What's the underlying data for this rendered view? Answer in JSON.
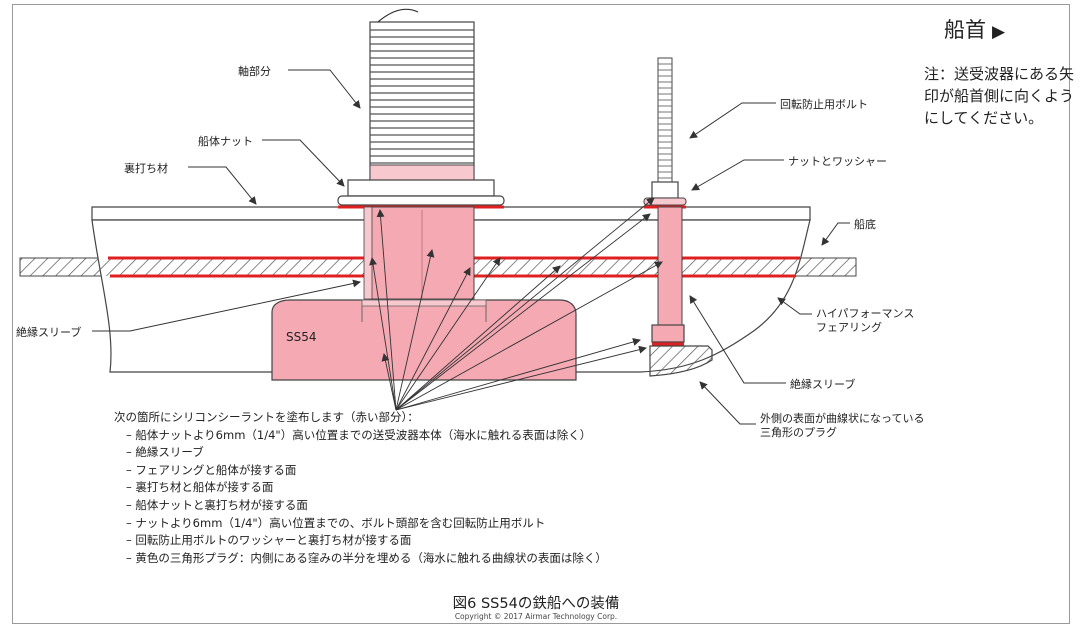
{
  "labels": {
    "shaft": "軸部分",
    "hull_nut": "船体ナット",
    "backing_block": "裏打ち材",
    "anti_rotation_bolt": "回転防止用ボルト",
    "nut_washer": "ナットとワッシャー",
    "hull": "船底",
    "insulating_sleeve_left": "絶縁スリーブ",
    "fairing": "ハイパフォーマンス\nフェアリング",
    "model": "SS54",
    "insulating_sleeve_right": "絶縁スリーブ",
    "plug": "外側の表面が曲線状になっている\n三角形のプラグ"
  },
  "bow": {
    "text": "船首",
    "arrow": "▶"
  },
  "note": "注：送受波器にある矢印が船首側に向くようにしてください。",
  "instructions": {
    "heading": "次の箇所にシリコンシーラントを塗布します（赤い部分）：",
    "items": [
      "– 船体ナットより6mm（1/4\"）高い位置までの送受波器本体（海水に触れる表面は除く）",
      "– 絶縁スリーブ",
      "– フェアリングと船体が接する面",
      "– 裏打ち材と船体が接する面",
      "– 船体ナットと裏打ち材が接する面",
      "– ナットより6mm（1/4\"）高い位置までの、ボルト頭部を含む回転防止用ボルト",
      "– 回転防止用ボルトのワッシャーと裏打ち材が接する面",
      "– 黄色の三角形プラグ：内側にある窪みの半分を埋める（海水に触れる曲線状の表面は除く）"
    ]
  },
  "caption": "図6 SS54の鉄船への装備",
  "copyright": "Copyright © 2017 Airmar Technology Corp.",
  "colors": {
    "sealant": "#e02020",
    "pink": "#f4a9b3",
    "pink_light": "#f8c8cf",
    "line": "#333333"
  }
}
